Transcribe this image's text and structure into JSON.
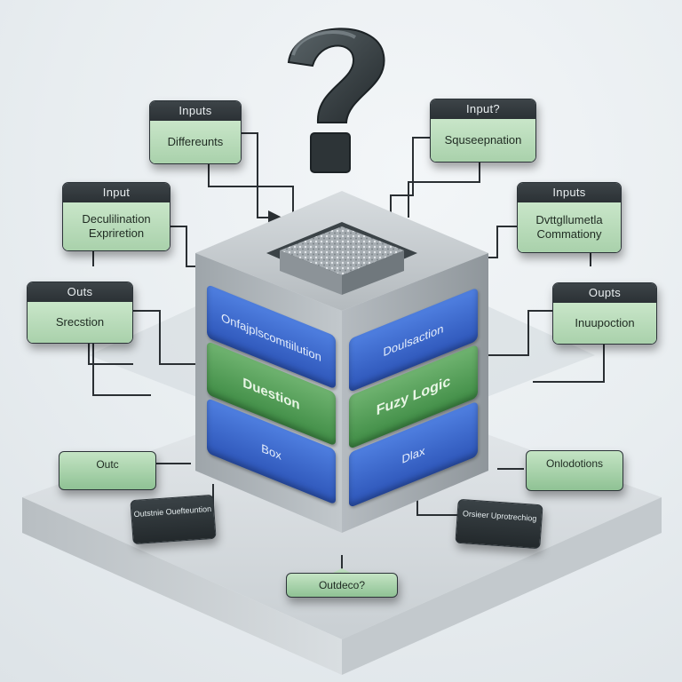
{
  "nodes": {
    "top_left": {
      "header": "Inputs",
      "body": "Differeunts"
    },
    "mid_left": {
      "header": "Input",
      "body_line1": "Deculilination",
      "body_line2": "Expriretion"
    },
    "low_left": {
      "header": "Outs",
      "body": "Srecstion"
    },
    "top_right": {
      "header": "Input?",
      "body": "Squseepnation"
    },
    "mid_right": {
      "header": "Inputs",
      "body_line1": "Dvttgllumetla",
      "body_line2": "Commationy"
    },
    "low_right": {
      "header": "Oupts",
      "body": "Inuupoction"
    }
  },
  "pills": {
    "left_out": "Outc",
    "right_out": "Onlodotions",
    "front_left": "Outstnie Ouefteuntion",
    "front_right": "Orsieer Uprotrechiog",
    "front_center": "Outdeco?"
  },
  "cube": {
    "left_panels": [
      "Onfajplscomtiilution",
      "Duestion",
      "Box"
    ],
    "right_panels": [
      "Doulsaction",
      "Fuzy Logic",
      "Dlax"
    ]
  },
  "colors": {
    "panel_blue": "#3a66cc",
    "panel_green": "#58a35b",
    "node_body": "#b8dcb9",
    "node_header": "#343b3f"
  },
  "icons": [
    "question-mark-icon"
  ]
}
